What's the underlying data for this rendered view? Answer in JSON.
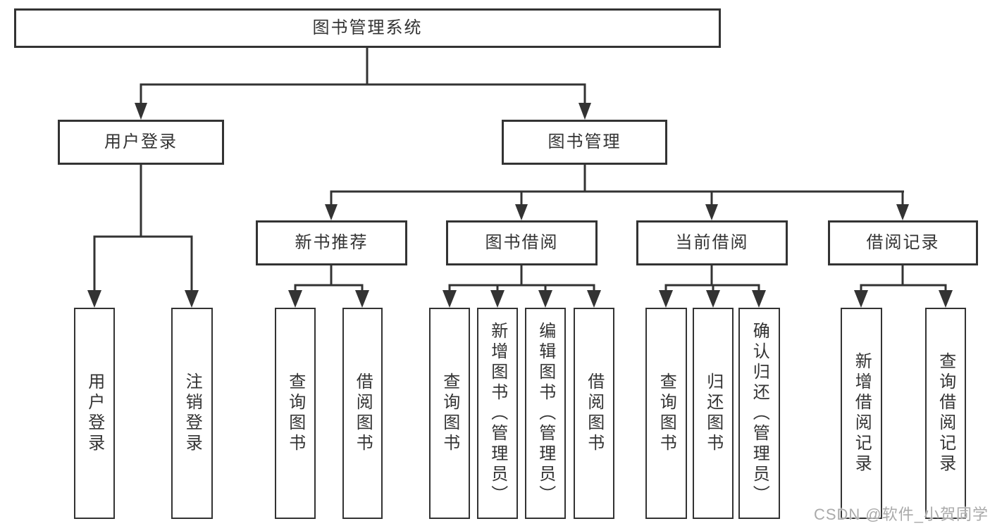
{
  "diagram": {
    "root": {
      "label": "图书管理系统"
    },
    "level2": [
      {
        "id": "user-login",
        "label": "用户登录",
        "parent": "图书管理系统"
      },
      {
        "id": "book-management",
        "label": "图书管理",
        "parent": "图书管理系统"
      }
    ],
    "level3": [
      {
        "id": "new-book-recommend",
        "label": "新书推荐",
        "parent": "图书管理"
      },
      {
        "id": "book-borrow",
        "label": "图书借阅",
        "parent": "图书管理"
      },
      {
        "id": "current-borrow",
        "label": "当前借阅",
        "parent": "图书管理"
      },
      {
        "id": "borrow-records",
        "label": "借阅记录",
        "parent": "图书管理"
      }
    ],
    "leaves": [
      {
        "label": "用户登录",
        "parent": "用户登录"
      },
      {
        "label": "注销登录",
        "parent": "用户登录"
      },
      {
        "label": "查询图书",
        "parent": "新书推荐"
      },
      {
        "label": "借阅图书",
        "parent": "新书推荐"
      },
      {
        "label": "查询图书",
        "parent": "图书借阅"
      },
      {
        "label": "新增图书（管理员）",
        "parent": "图书借阅"
      },
      {
        "label": "编辑图书（管理员）",
        "parent": "图书借阅"
      },
      {
        "label": "借阅图书",
        "parent": "图书借阅"
      },
      {
        "label": "查询图书",
        "parent": "当前借阅"
      },
      {
        "label": "归还图书",
        "parent": "当前借阅"
      },
      {
        "label": "确认归还（管理员）",
        "parent": "当前借阅"
      },
      {
        "label": "新增借阅记录",
        "parent": "借阅记录"
      },
      {
        "label": "查询借阅记录",
        "parent": "借阅记录"
      }
    ]
  },
  "watermark": {
    "text": "CSDN @软件_小贺同学"
  },
  "colors": {
    "line": "#333333",
    "text": "#333333",
    "box_background": "#ffffff",
    "page_background": "#ffffff",
    "watermark": "#aaaaaa"
  }
}
